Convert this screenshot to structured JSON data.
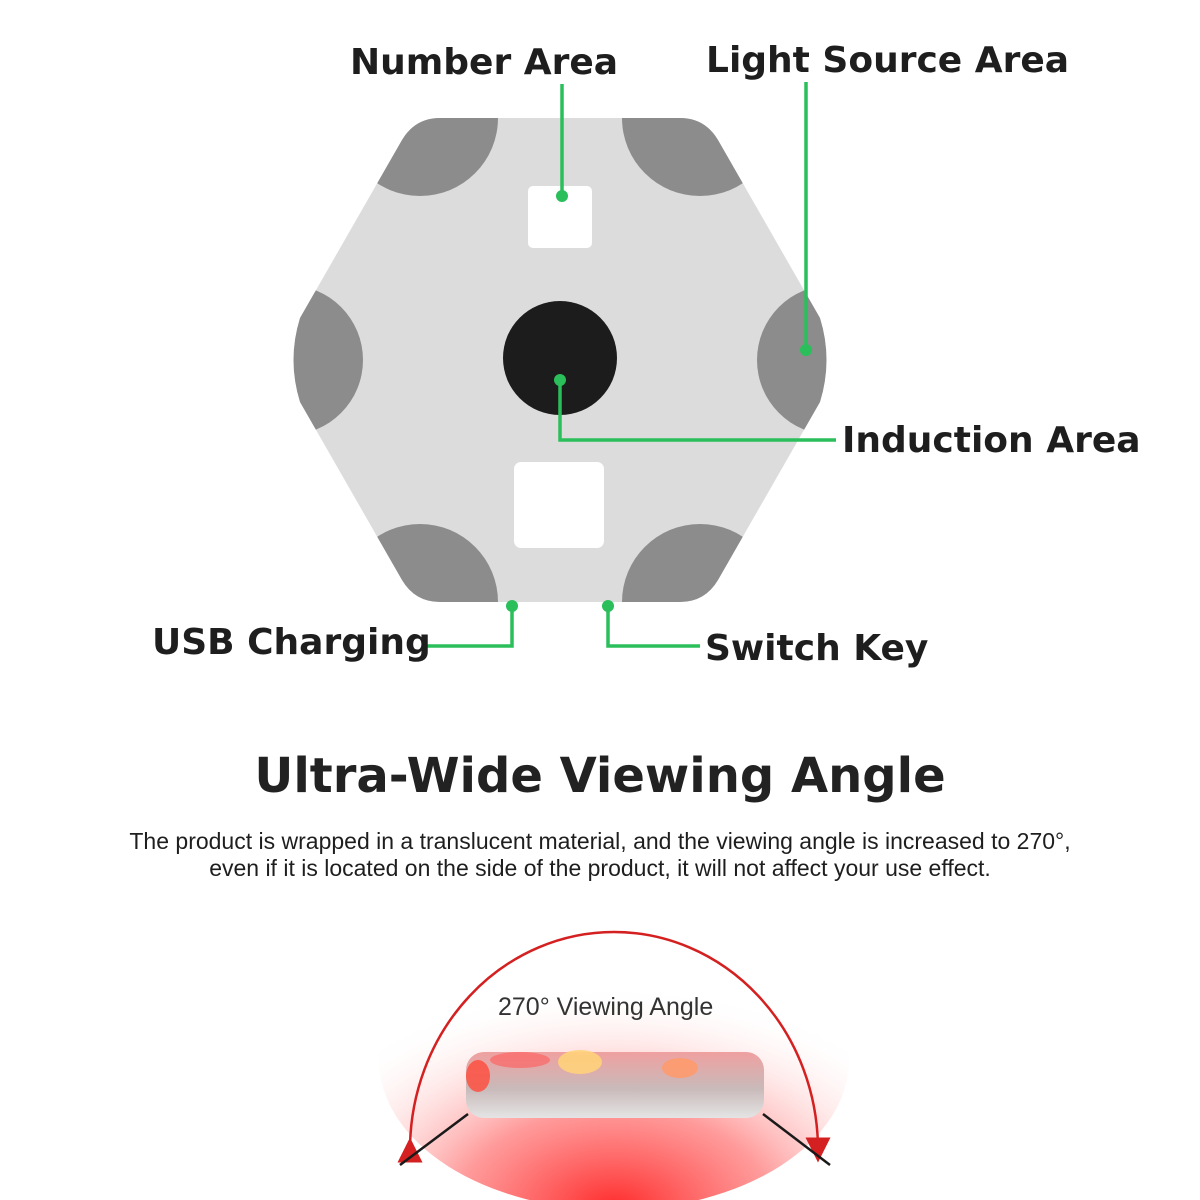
{
  "labels": {
    "number_area": "Number Area",
    "light_source_area": "Light Source Area",
    "induction_area": "Induction Area",
    "usb_charging": "USB Charging",
    "switch_key": "Switch Key"
  },
  "headline": "Ultra-Wide Viewing Angle",
  "description": {
    "line1": "The product is wrapped in a translucent material, and the viewing angle is increased to 270°,",
    "line2": "even if it is located on the side of the product, it will not affect your use effect."
  },
  "viewing_angle_label": "270° Viewing Angle",
  "colors": {
    "leader_line": "#2bbf5b",
    "hex_body": "#dcdcdc",
    "light_pads": "#8c8c8c",
    "induction_dot": "#1c1c1c",
    "glow": "#ff2a2a",
    "arc": "#d42020"
  }
}
